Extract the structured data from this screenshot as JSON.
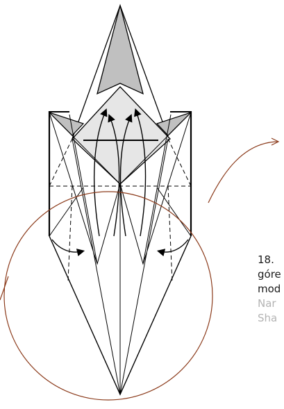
{
  "step": {
    "number_text": "18.",
    "line_2": "góre",
    "line_3": "mod",
    "line_4": "Nar",
    "line_5": "Sha"
  },
  "colors": {
    "outline": "#000000",
    "paper_gray": "#c0c0c0",
    "paper_light": "#e6e6e6",
    "circle": "#8b3a1a",
    "text_dark": "#1a1a1a",
    "text_gray": "#b3b3b3"
  },
  "icons": [
    "fold-arrow-icon"
  ]
}
